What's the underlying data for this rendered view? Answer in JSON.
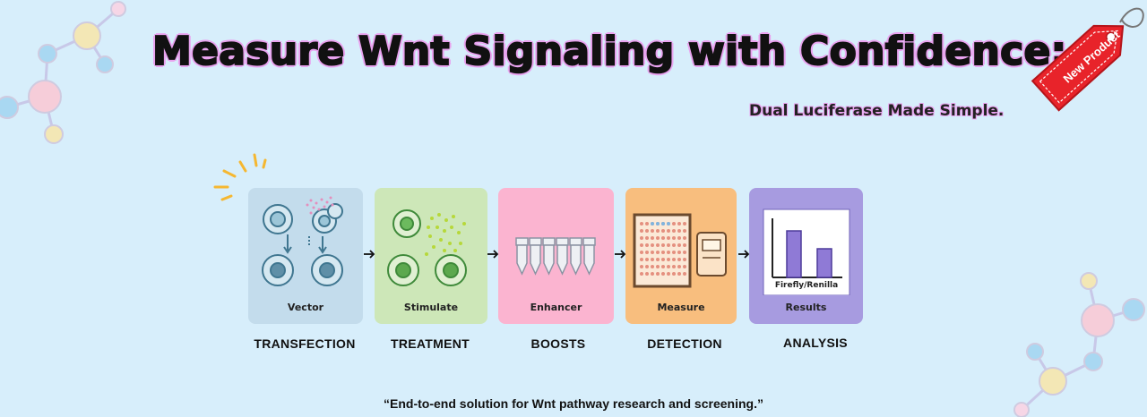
{
  "headline": "Measure Wnt Signaling with Confidence:",
  "subheadline": "Dual Luciferase Made Simple.",
  "tag_label": "New Product",
  "workflow": [
    {
      "caption": "Vector",
      "step": "TRANSFECTION",
      "color": "#c3dcec"
    },
    {
      "caption": "Stimulate",
      "step": "TREATMENT",
      "color": "#cde7b8"
    },
    {
      "caption": "Enhancer",
      "step": "BOOSTS",
      "color": "#fbb4d0"
    },
    {
      "caption": "Measure",
      "step": "DETECTION",
      "color": "#f8be7e"
    },
    {
      "caption": "Results",
      "step": "ANALYSIS",
      "color": "#a79be0"
    }
  ],
  "results_chart_label": "Firefly/Renilla",
  "tagline": "“End-to-end solution for Wnt pathway research and screening.”",
  "colors": {
    "background": "#d7eefb",
    "tag": "#e8232a",
    "headline_glow": "#e9a3ef"
  }
}
